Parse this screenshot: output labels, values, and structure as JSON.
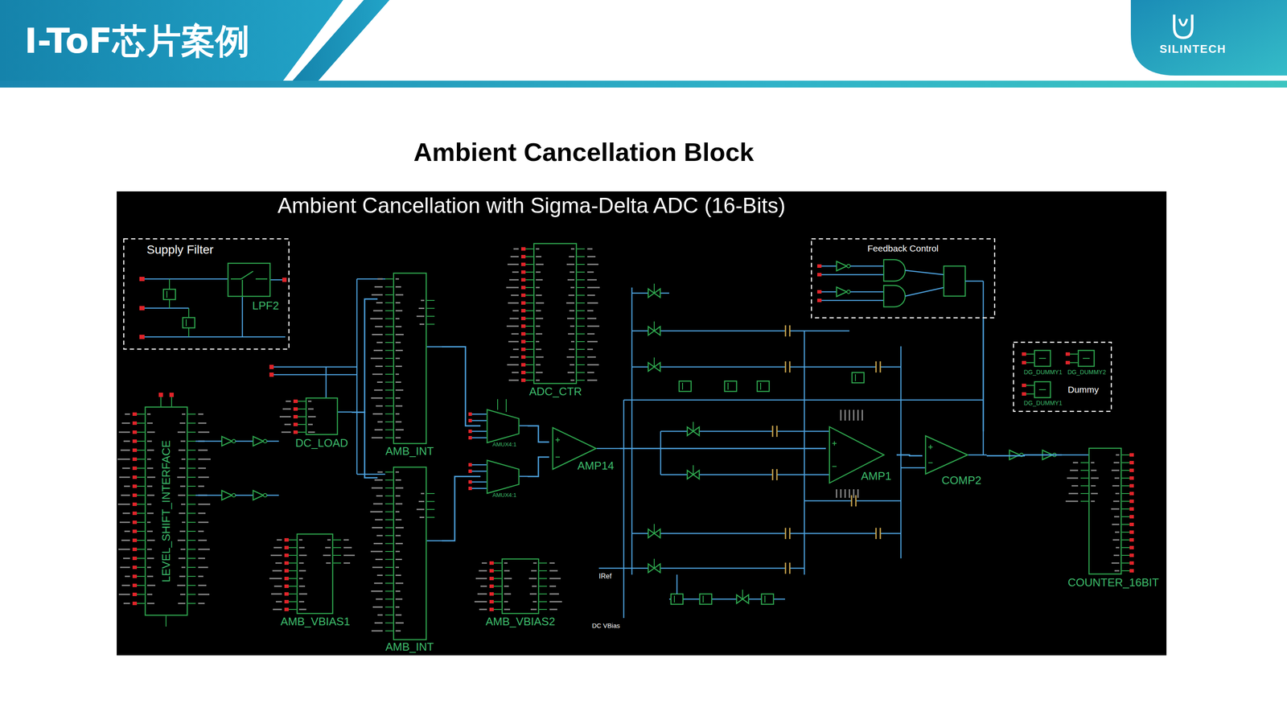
{
  "diagram": {
    "title": "Ambient Cancellation Block",
    "nodes": [
      {
        "text": [
          "Supply Filter"
        ]
      },
      {
        "text": [
          "LPF2"
        ],
        "in": 0
      },
      {
        "text": [
          "ADC_CTR"
        ]
      },
      {
        "text": [
          "Feedback Control"
        ]
      },
      {
        "text": [
          "AMB_INT"
        ]
      },
      {
        "text": [
          "Dummy"
        ]
      },
      {
        "text": [
          "DG_DUMMY1"
        ],
        "in": 5
      },
      {
        "text": [
          "DG_DUMMY2"
        ],
        "in": 5
      },
      {
        "text": [
          "DG_DUMMY1"
        ],
        "in": 5
      },
      {
        "text": [
          "LEVEL_SHIFT_INTERFACE"
        ]
      },
      {
        "text": [
          "DC_LOAD"
        ]
      },
      {
        "text": [
          "AMUX4:1"
        ]
      },
      {
        "text": [
          "AMP14"
        ]
      },
      {
        "text": [
          "AMP1"
        ]
      },
      {
        "text": [
          "COMP2"
        ]
      },
      {
        "text": [
          "AMUX4:1"
        ]
      },
      {
        "text": [
          "COUNTER_16BIT"
        ]
      },
      {
        "text": [
          "AMB_INT"
        ]
      },
      {
        "text": [
          "AMB_VBIAS1"
        ]
      },
      {
        "text": [
          "AMB_VBIAS2"
        ]
      }
    ],
    "edges": [
      {
        "from": 10,
        "to": 4,
        "arrow": "none"
      },
      {
        "from": 10,
        "to": 17,
        "arrow": "none"
      },
      {
        "from": 4,
        "to": 11,
        "arrow": "none"
      },
      {
        "from": 17,
        "to": 15,
        "arrow": "none"
      },
      {
        "from": 11,
        "to": 12,
        "arrow": "none"
      },
      {
        "from": 15,
        "to": 12,
        "arrow": "none"
      },
      {
        "from": 12,
        "to": 13,
        "arrow": "none"
      },
      {
        "from": 13,
        "to": 14,
        "arrow": "none"
      },
      {
        "from": 14,
        "to": 16,
        "arrow": "none"
      },
      {
        "from": 14,
        "to": 3,
        "arrow": "none"
      }
    ],
    "labels": [
      "I-ToF芯片案例",
      "SILINTECH",
      "Ambient Cancellation with Sigma-Delta ADC (16-Bits)",
      "IRef",
      "DC VBias"
    ]
  }
}
